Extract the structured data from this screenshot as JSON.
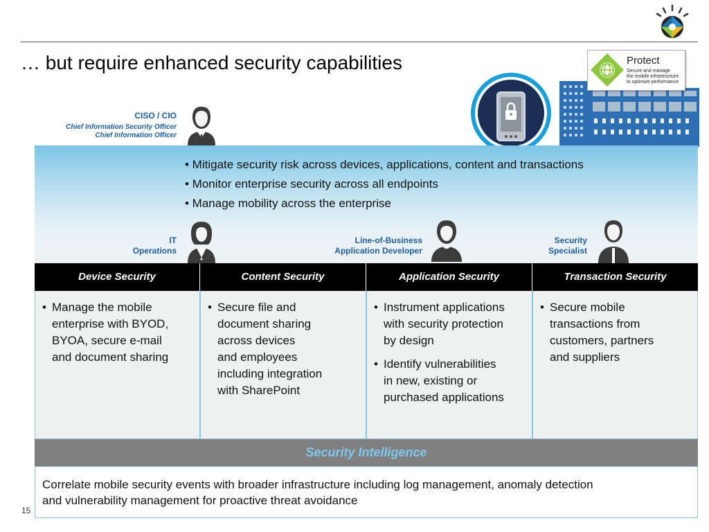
{
  "slide": {
    "title": "… but require enhanced security capabilities",
    "page_number": "15"
  },
  "protect_badge": {
    "title": "Protect",
    "description_lines": [
      "Secure and manage",
      "the mobile infrastructure",
      "to optimize performance"
    ],
    "icon": "globe-network-icon",
    "accent_color": "#8dc63f"
  },
  "logo": {
    "icon": "ibm-smarter-planet-icon"
  },
  "illustration": {
    "icon": "mobile-lock-building-icon"
  },
  "personas": {
    "ciso": {
      "title": "CISO / CIO",
      "subtitle_lines": [
        "Chief Information Security Officer",
        "Chief Information Officer"
      ],
      "icon": "businessman-icon"
    },
    "it": {
      "lines": [
        "IT",
        "Operations"
      ],
      "icon": "businesswoman-icon"
    },
    "lob": {
      "lines": [
        "Line-of-Business",
        "Application Developer"
      ],
      "icon": "developer-person-icon"
    },
    "security": {
      "lines": [
        "Security",
        "Specialist"
      ],
      "icon": "specialist-person-icon"
    }
  },
  "ciso_bullets": [
    "• Mitigate security risk across devices, applications, content and transactions",
    "• Monitor enterprise security across all endpoints",
    "• Manage mobility across the enterprise"
  ],
  "columns": [
    {
      "header": "Device Security",
      "bullets": [
        [
          "Manage the mobile",
          "enterprise with BYOD,",
          "BYOA, secure e-mail",
          "and document sharing"
        ]
      ]
    },
    {
      "header": "Content Security",
      "bullets": [
        [
          "Secure file and",
          "document sharing",
          "across devices",
          "and employees",
          "including integration",
          "with SharePoint"
        ]
      ]
    },
    {
      "header": "Application Security",
      "bullets": [
        [
          "Instrument applications",
          "with security protection",
          "by design"
        ],
        [
          "Identify vulnerabilities",
          "in new, existing or",
          "purchased applications"
        ]
      ]
    },
    {
      "header": "Transaction Security",
      "bullets": [
        [
          "Secure mobile",
          "transactions from",
          "customers, partners",
          "and suppliers"
        ]
      ]
    }
  ],
  "security_intelligence": {
    "header": "Security Intelligence",
    "body_lines": [
      "Correlate mobile security events with broader infrastructure including log management, anomaly detection",
      "and vulnerability management for proactive threat avoidance"
    ]
  },
  "colors": {
    "role_blue": "#1f5f9c",
    "table_border": "#8dc3df",
    "intelligence_text": "#7fc7ec",
    "intelligence_bar": "#808080"
  }
}
